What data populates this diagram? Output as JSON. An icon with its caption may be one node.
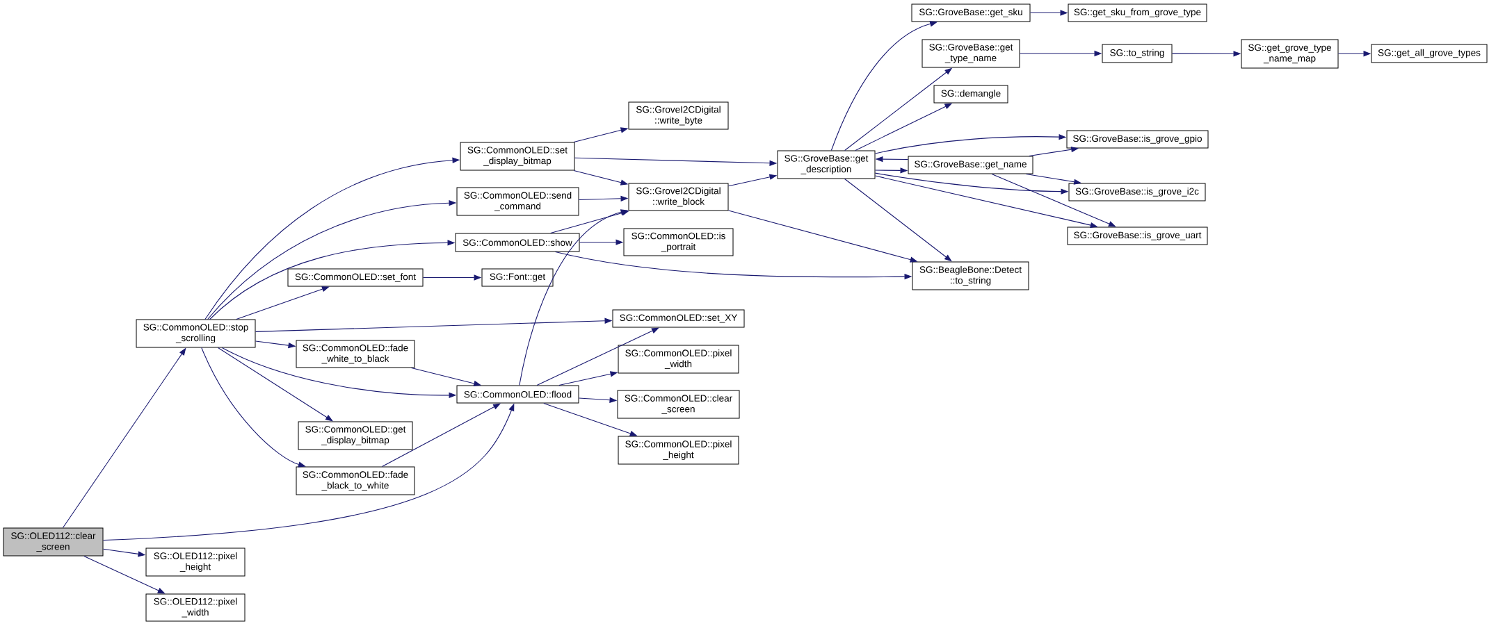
{
  "diagram": {
    "nodes": [
      {
        "text": [
          "SG::OLED112::clear _screen"
        ]
      },
      {
        "text": [
          "SG::CommonOLED::stop _scrolling"
        ]
      },
      {
        "text": [
          "SG::OLED112::pixel _height"
        ]
      },
      {
        "text": [
          "SG::OLED112::pixel _width"
        ]
      },
      {
        "text": [
          "SG::CommonOLED::set _display_bitmap"
        ]
      },
      {
        "text": [
          "SG::CommonOLED::send _command"
        ]
      },
      {
        "text": [
          "SG::CommonOLED::show"
        ]
      },
      {
        "text": [
          "SG::CommonOLED::set_font"
        ]
      },
      {
        "text": [
          "SG::CommonOLED::fade _white_to_black"
        ]
      },
      {
        "text": [
          "SG::CommonOLED::flood"
        ]
      },
      {
        "text": [
          "SG::CommonOLED::get _display_bitmap"
        ]
      },
      {
        "text": [
          "SG::CommonOLED::fade _black_to_white"
        ]
      },
      {
        "text": [
          "SG::GroveI2CDigital ::write_byte"
        ]
      },
      {
        "text": [
          "SG::GroveI2CDigital ::write_block"
        ]
      },
      {
        "text": [
          "SG::CommonOLED::is _portrait"
        ]
      },
      {
        "text": [
          "SG::Font::get"
        ]
      },
      {
        "text": [
          "SG::CommonOLED::set_XY"
        ]
      },
      {
        "text": [
          "SG::CommonOLED::pixel _width"
        ]
      },
      {
        "text": [
          "SG::CommonOLED::clear _screen"
        ]
      },
      {
        "text": [
          "SG::CommonOLED::pixel _height"
        ]
      },
      {
        "text": [
          "SG::GroveBase::get _description"
        ]
      },
      {
        "text": [
          "SG::BeagleBone::Detect ::to_string"
        ]
      },
      {
        "text": [
          "SG::GroveBase::get_sku"
        ]
      },
      {
        "text": [
          "SG::GroveBase::get _type_name"
        ]
      },
      {
        "text": [
          "SG::demangle"
        ]
      },
      {
        "text": [
          "SG::GroveBase::get_name"
        ]
      },
      {
        "text": [
          "SG::get_sku_from_grove_type"
        ]
      },
      {
        "text": [
          "SG::GroveBase::is_grove_gpio"
        ]
      },
      {
        "text": [
          "SG::GroveBase::is_grove_i2c"
        ]
      },
      {
        "text": [
          "SG::GroveBase::is_grove_uart"
        ]
      },
      {
        "text": [
          "SG::to_string"
        ]
      },
      {
        "text": [
          "SG::get_grove_type _name_map"
        ]
      },
      {
        "text": [
          "SG::get_all_grove_types"
        ]
      }
    ],
    "edges": [
      {
        "from": 0,
        "to": 1,
        "arrow": "to"
      },
      {
        "from": 0,
        "to": 9,
        "arrow": "to"
      },
      {
        "from": 0,
        "to": 2,
        "arrow": "to"
      },
      {
        "from": 0,
        "to": 3,
        "arrow": "to"
      },
      {
        "from": 1,
        "to": 4,
        "arrow": "to"
      },
      {
        "from": 1,
        "to": 5,
        "arrow": "to"
      },
      {
        "from": 1,
        "to": 6,
        "arrow": "to"
      },
      {
        "from": 1,
        "to": 7,
        "arrow": "to"
      },
      {
        "from": 1,
        "to": 16,
        "arrow": "to"
      },
      {
        "from": 1,
        "to": 8,
        "arrow": "to"
      },
      {
        "from": 1,
        "to": 9,
        "arrow": "to"
      },
      {
        "from": 1,
        "to": 10,
        "arrow": "to"
      },
      {
        "from": 1,
        "to": 11,
        "arrow": "to"
      },
      {
        "from": 4,
        "to": 12,
        "arrow": "to"
      },
      {
        "from": 4,
        "to": 20,
        "arrow": "to"
      },
      {
        "from": 4,
        "to": 13,
        "arrow": "to"
      },
      {
        "from": 5,
        "to": 13,
        "arrow": "to"
      },
      {
        "from": 6,
        "to": 13,
        "arrow": "to"
      },
      {
        "from": 6,
        "to": 14,
        "arrow": "to"
      },
      {
        "from": 6,
        "to": 21,
        "arrow": "to"
      },
      {
        "from": 7,
        "to": 15,
        "arrow": "to"
      },
      {
        "from": 8,
        "to": 9,
        "arrow": "to"
      },
      {
        "from": 11,
        "to": 9,
        "arrow": "to"
      },
      {
        "from": 9,
        "to": 13,
        "arrow": "to"
      },
      {
        "from": 9,
        "to": 16,
        "arrow": "to"
      },
      {
        "from": 9,
        "to": 17,
        "arrow": "to"
      },
      {
        "from": 9,
        "to": 18,
        "arrow": "to"
      },
      {
        "from": 9,
        "to": 19,
        "arrow": "to"
      },
      {
        "from": 13,
        "to": 20,
        "arrow": "to"
      },
      {
        "from": 13,
        "to": 21,
        "arrow": "to"
      },
      {
        "from": 20,
        "to": 22,
        "arrow": "to"
      },
      {
        "from": 20,
        "to": 23,
        "arrow": "to"
      },
      {
        "from": 20,
        "to": 24,
        "arrow": "to"
      },
      {
        "from": 20,
        "to": 25,
        "arrow": "to"
      },
      {
        "from": 25,
        "to": 20,
        "arrow": "to"
      },
      {
        "from": 20,
        "to": 27,
        "arrow": "to"
      },
      {
        "from": 20,
        "to": 28,
        "arrow": "to"
      },
      {
        "from": 20,
        "to": 29,
        "arrow": "to"
      },
      {
        "from": 20,
        "to": 21,
        "arrow": "to"
      },
      {
        "from": 25,
        "to": 27,
        "arrow": "to"
      },
      {
        "from": 25,
        "to": 28,
        "arrow": "to"
      },
      {
        "from": 25,
        "to": 29,
        "arrow": "to"
      },
      {
        "from": 22,
        "to": 26,
        "arrow": "to"
      },
      {
        "from": 23,
        "to": 30,
        "arrow": "to"
      },
      {
        "from": 30,
        "to": 31,
        "arrow": "to"
      },
      {
        "from": 31,
        "to": 32,
        "arrow": "to"
      }
    ]
  }
}
